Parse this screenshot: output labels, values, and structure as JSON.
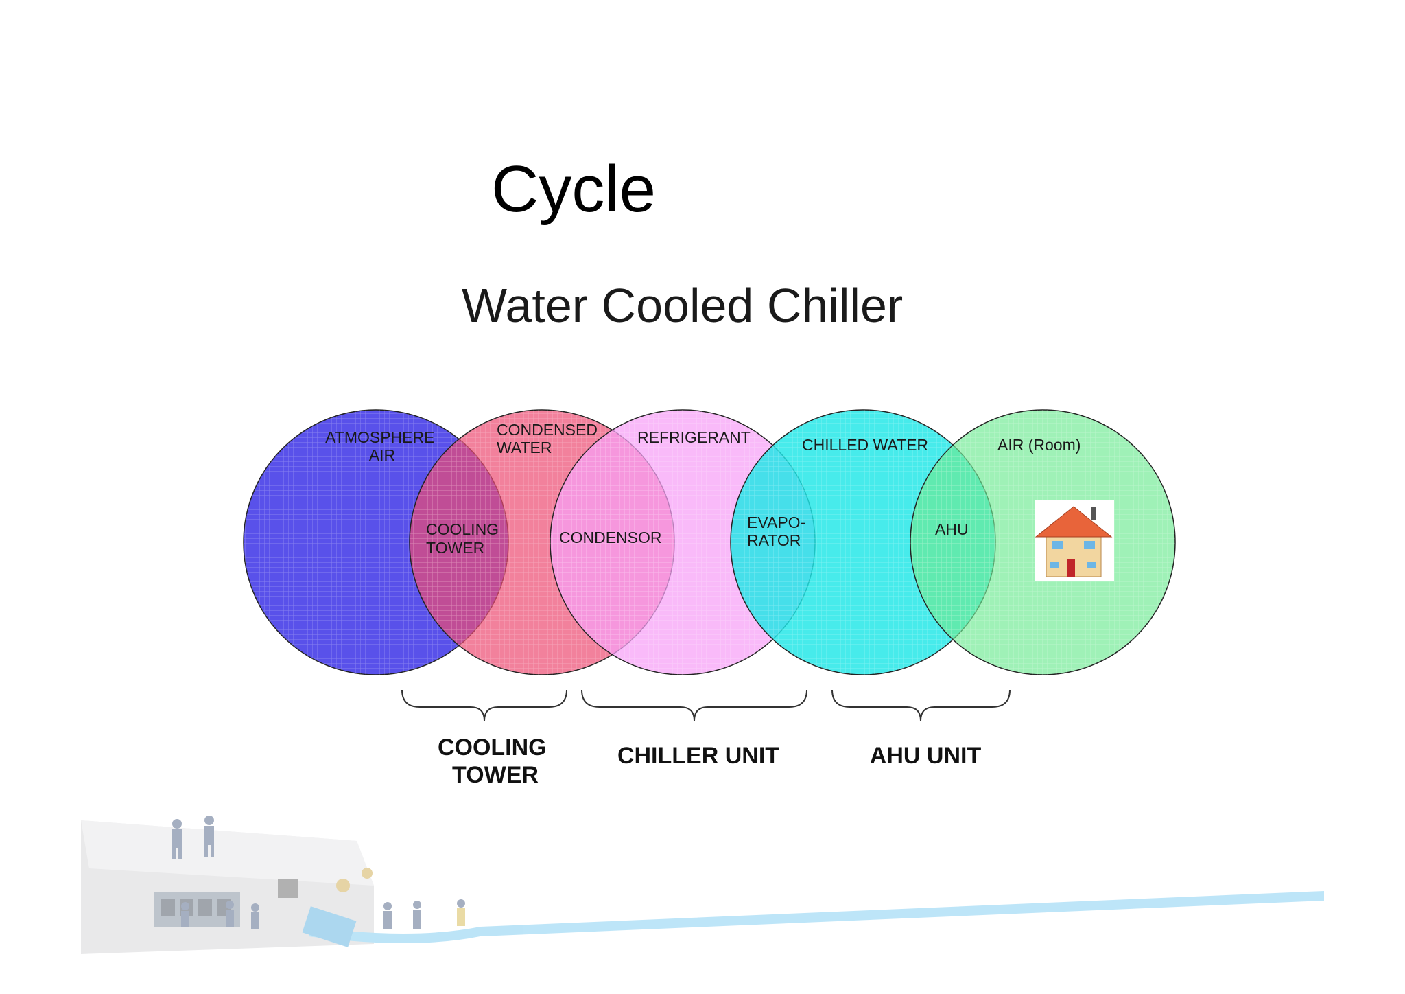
{
  "slide": {
    "title": "Cycle"
  },
  "diagram": {
    "title": "Water Cooled Chiller",
    "circles": [
      {
        "label_lines": [
          "ATMOSPHERE",
          "AIR"
        ],
        "color": "#3c32e6"
      },
      {
        "label_lines": [
          "CONDENSED",
          "WATER"
        ],
        "color": "#ec4b72"
      },
      {
        "label_lines": [
          "REFRIGERANT"
        ],
        "color": "#f5a0f5"
      },
      {
        "label_lines": [
          "CHILLED WATER"
        ],
        "color": "#26e8e8"
      },
      {
        "label_lines": [
          "AIR (Room)"
        ],
        "color": "#7eed9c"
      }
    ],
    "overlaps": [
      {
        "label_lines": [
          "COOLING",
          "TOWER"
        ]
      },
      {
        "label_lines": [
          "CONDENSOR"
        ]
      },
      {
        "label_lines": [
          "EVAPO-",
          "RATOR"
        ]
      },
      {
        "label_lines": [
          "AHU"
        ]
      }
    ],
    "groups": [
      {
        "label_lines": [
          "COOLING",
          "TOWER"
        ]
      },
      {
        "label_lines": [
          "CHILLER UNIT"
        ]
      },
      {
        "label_lines": [
          "AHU UNIT"
        ]
      }
    ],
    "icons": [
      "house-icon",
      "router-illustration-icon",
      "network-cable-icon",
      "construction-workers-icon"
    ]
  }
}
